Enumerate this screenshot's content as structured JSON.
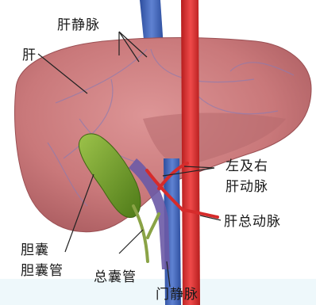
{
  "labels": {
    "hepatic_veins": "肝静脉",
    "liver": "肝",
    "hepatic_arteries_line1": "左及右",
    "hepatic_arteries_line2": "肝动脉",
    "common_hepatic_artery": "肝总动脉",
    "gallbladder": "胆囊",
    "cystic_duct": "胆囊管",
    "common_bile_duct": "总囊管",
    "portal_vein": "门静脉"
  },
  "colors": {
    "liver": "#c9787a",
    "liver_shadow": "#a85a5e",
    "vena_cava": "#3e62b8",
    "aorta": "#d62b2b",
    "gallbladder": "#6f9a2a",
    "portal_vein": "#6c5aa6",
    "bile_duct": "#8aa346"
  }
}
